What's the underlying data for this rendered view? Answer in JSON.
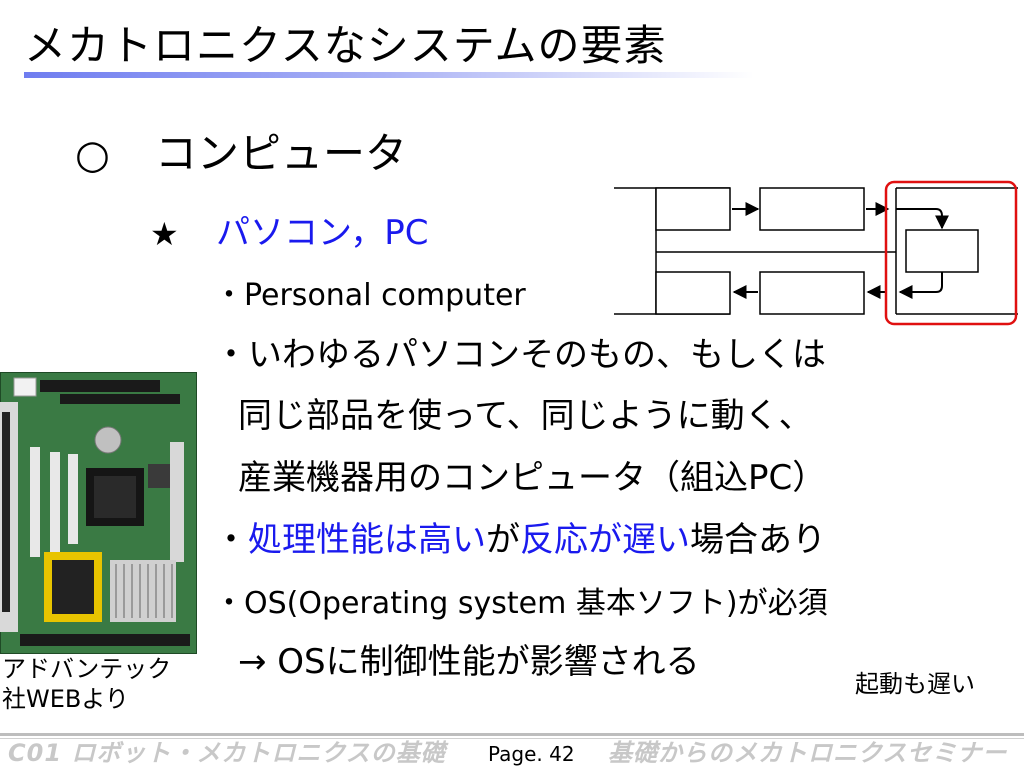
{
  "title": "メカトロニクスなシステムの要素",
  "section": {
    "marker": "○",
    "heading": "コンピュータ"
  },
  "subsection": {
    "marker": "★",
    "heading": "パソコン，PC"
  },
  "bullets": {
    "b1": "・Personal computer",
    "b2": "・いわゆるパソコンそのもの、もしくは",
    "b2_cont1": "同じ部品を使って、同じように動く、",
    "b2_cont2": "産業機器用のコンピュータ（組込PC）",
    "b3_prefix": "・",
    "b3_blue1": "処理性能は高い",
    "b3_mid": "が",
    "b3_blue2": "反応が遅い",
    "b3_suffix": "場合あり",
    "b4": "・OS(Operating system 基本ソフト)が必須",
    "b4_cont1": "→ OSに制御性能が影響される"
  },
  "note": "起動も遅い",
  "image_caption": {
    "line1": "アドバンテック",
    "line2": "社WEBより"
  },
  "footer": {
    "left": "C01 ロボット・メカトロニクスの基礎",
    "page": "Page. 42",
    "right": "基礎からのメカトロニクスセミナー"
  },
  "colors": {
    "accent_blue": "#1a1aee",
    "highlight_red": "#e01010",
    "pcb_green": "#2e6e38",
    "footer_gray": "#c8c8c8"
  }
}
